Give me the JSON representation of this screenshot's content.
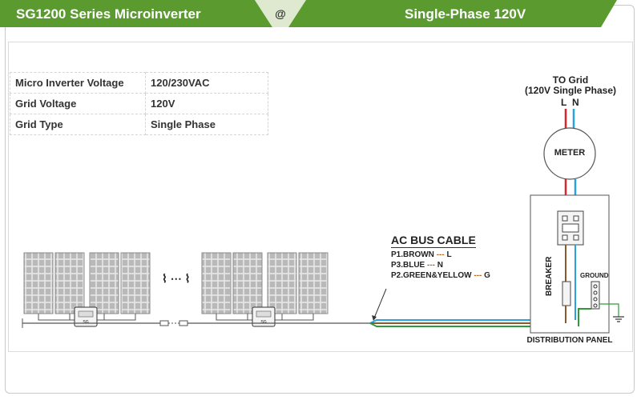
{
  "header": {
    "left_title": "SG1200 Series Microinverter",
    "separator": "@",
    "right_title": "Single-Phase 120V",
    "colors": {
      "green": "#5a9a2f",
      "light": "#dfe9cf"
    }
  },
  "specs": [
    {
      "label": "Micro Inverter Voltage",
      "value": "120/230VAC"
    },
    {
      "label": "Grid  Voltage",
      "value": "120V"
    },
    {
      "label": "Grid Type",
      "value": "Single Phase"
    }
  ],
  "grid": {
    "title": "TO Grid",
    "subtitle": "(120V Single Phase)",
    "l_label": "L",
    "n_label": "N",
    "meter_label": "METER"
  },
  "panel": {
    "breaker_label": "BREAKER",
    "ground_label": "GROUND",
    "distribution_label": "DISTRIBUTION PANEL"
  },
  "cable": {
    "title": "AC BUS CABLE",
    "lines": [
      {
        "name": "P1.BROWN",
        "dash": "---",
        "term": "L",
        "color": "#b5651d"
      },
      {
        "name": "P3.BLUE",
        "dash": "---",
        "term": "N",
        "color": "#1e7be0"
      },
      {
        "name": "P2.GREEN&YELLOW",
        "dash": "---",
        "term": "G",
        "color": "#2f9a3a"
      }
    ]
  },
  "ellipsis": "⌇ ⋯ ⌇",
  "wire_colors": {
    "red": "#d8262a",
    "blue": "#29a3e0",
    "green": "#2f9a3a",
    "brown": "#8b5a2b"
  }
}
